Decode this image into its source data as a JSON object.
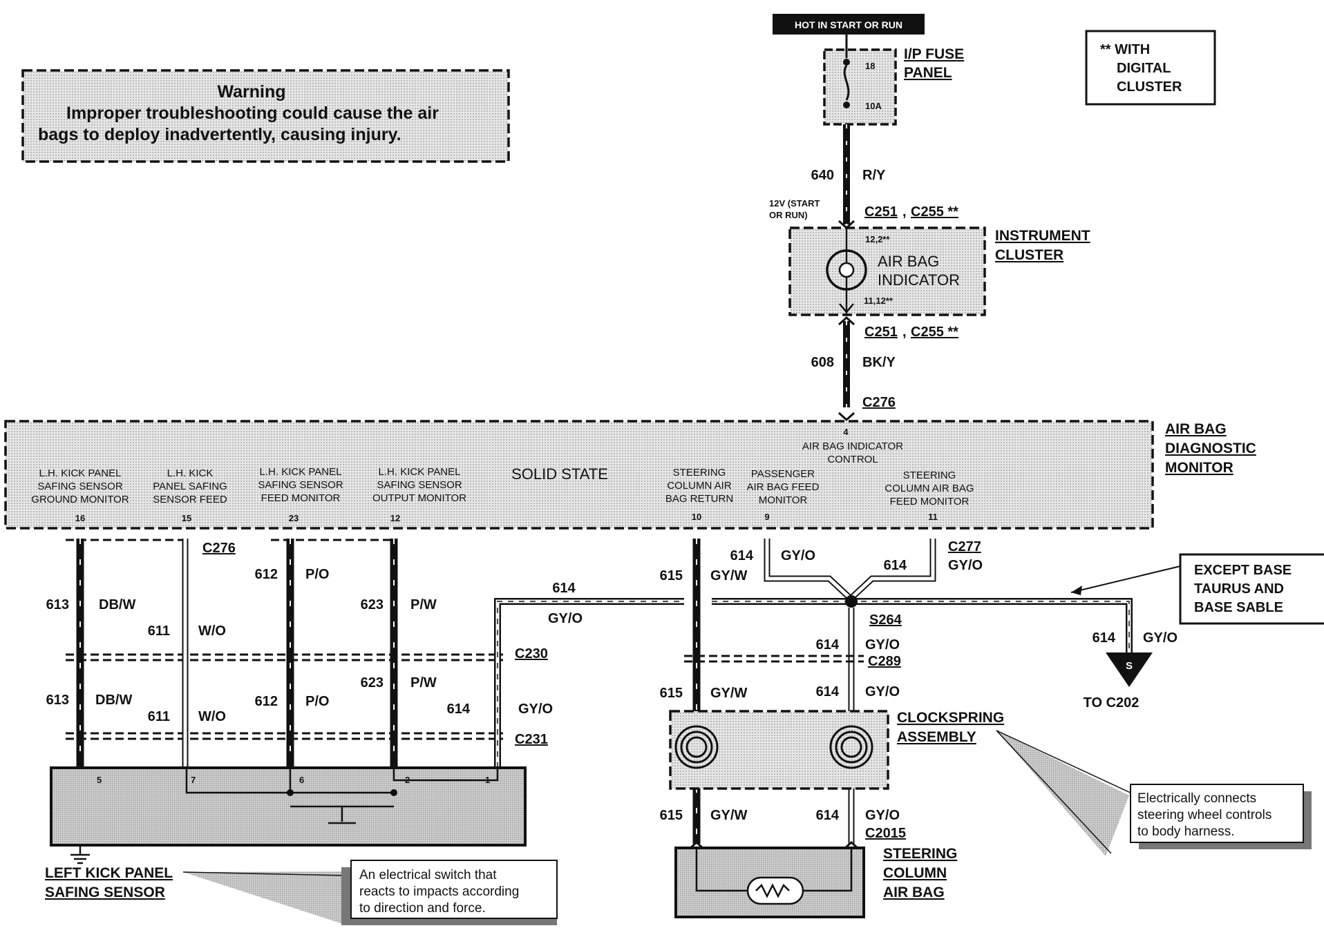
{
  "header": {
    "hot_label": "HOT IN START OR RUN",
    "with_digital_cluster": [
      "** WITH",
      "DIGITAL",
      "CLUSTER"
    ]
  },
  "warning": {
    "title": "Warning",
    "line1": "Improper troubleshooting could cause the air",
    "line2": "bags to deploy inadvertently, causing injury."
  },
  "fuse_panel": {
    "title_line1": "I/P FUSE",
    "title_line2": "PANEL",
    "fuse_number": "18",
    "fuse_rating": "10A"
  },
  "circuit_640": {
    "number": "640",
    "color": "R/Y"
  },
  "supply_note": [
    "12V (START",
    "OR RUN)"
  ],
  "connectors": {
    "c251_top": "C251",
    "c255_top": "C255 **",
    "c251_bottom": "C251",
    "c255_bottom": "C255 **",
    "c276_top": "C276",
    "c276_lower": "C276",
    "c277": "C277",
    "c230": "C230",
    "c231": "C231",
    "c289": "C289",
    "c2015": "C2015",
    "s264": "S264"
  },
  "instrument_cluster": {
    "title_line1": "INSTRUMENT",
    "title_line2": "CLUSTER",
    "indicator_line1": "AIR BAG",
    "indicator_line2": "INDICATOR",
    "pin_top": "12,2**",
    "pin_bottom": "11,12**"
  },
  "circuit_608": {
    "number": "608",
    "color": "BK/Y"
  },
  "diagnostic_monitor": {
    "title": [
      "AIR BAG",
      "DIAGNOSTIC",
      "MONITOR"
    ],
    "solid_state": "SOLID STATE",
    "indicator_pin": "4",
    "indicator_label": [
      "AIR BAG INDICATOR",
      "CONTROL"
    ],
    "pins": [
      {
        "label": [
          "L.H. KICK PANEL",
          "SAFING SENSOR",
          "GROUND MONITOR"
        ],
        "pin": "16"
      },
      {
        "label": [
          "L.H. KICK",
          "PANEL SAFING",
          "SENSOR FEED"
        ],
        "pin": "15"
      },
      {
        "label": [
          "L.H. KICK PANEL",
          "SAFING SENSOR",
          "FEED MONITOR"
        ],
        "pin": "23"
      },
      {
        "label": [
          "L.H. KICK PANEL",
          "SAFING SENSOR",
          "OUTPUT MONITOR"
        ],
        "pin": "12"
      },
      {
        "label": [
          "STEERING",
          "COLUMN AIR",
          "BAG RETURN"
        ],
        "pin": "10"
      },
      {
        "label": [
          "PASSENGER",
          "AIR BAG FEED",
          "MONITOR"
        ],
        "pin": "9"
      },
      {
        "label": [
          "STEERING",
          "COLUMN AIR BAG",
          "FEED MONITOR"
        ],
        "pin": "11"
      }
    ]
  },
  "wires": {
    "w613": {
      "number": "613",
      "color": "DB/W"
    },
    "w611": {
      "number": "611",
      "color": "W/O"
    },
    "w612": {
      "number": "612",
      "color": "P/O"
    },
    "w623": {
      "number": "623",
      "color": "P/W"
    },
    "w614": {
      "number": "614",
      "color": "GY/O"
    },
    "w615": {
      "number": "615",
      "color": "GY/W"
    }
  },
  "except_note": [
    "EXCEPT BASE",
    "TAURUS AND",
    "BASE SABLE"
  ],
  "to_c202": "TO C202",
  "splice_letter": "S",
  "safing_sensor": {
    "title_line1": "LEFT KICK PANEL",
    "title_line2": "SAFING SENSOR",
    "pins": [
      "5",
      "7",
      "6",
      "2",
      "1"
    ],
    "note": [
      "An electrical switch that",
      "reacts to impacts according",
      "to direction and force."
    ]
  },
  "clockspring": {
    "title_line1": "CLOCKSPRING",
    "title_line2": "ASSEMBLY",
    "note": [
      "Electrically connects",
      "steering wheel controls",
      "to body harness."
    ]
  },
  "steering_airbag": {
    "title": [
      "STEERING",
      "COLUMN",
      "AIR BAG"
    ]
  }
}
